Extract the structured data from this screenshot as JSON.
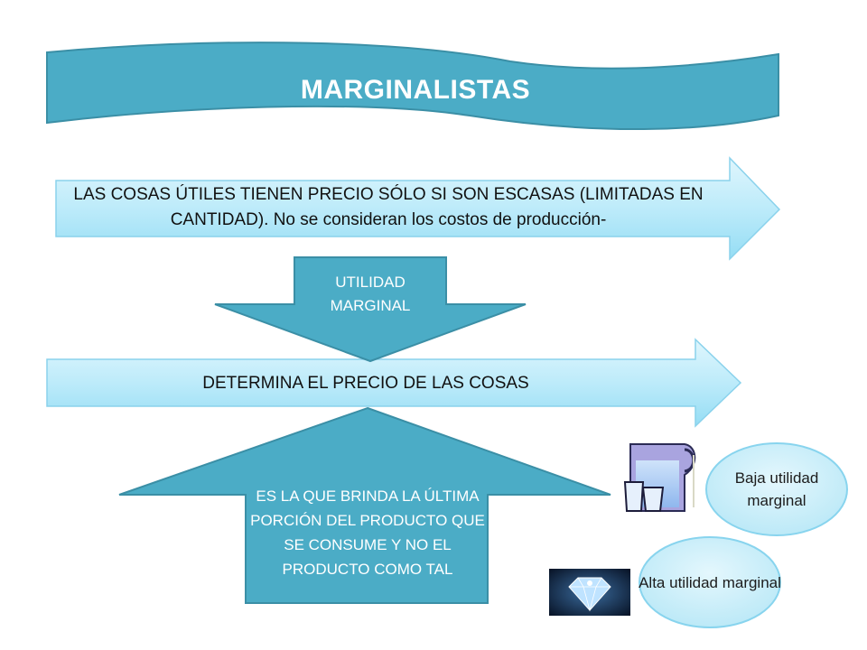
{
  "title": "MARGINALISTAS",
  "statement": "LAS COSAS ÚTILES TIENEN PRECIO SÓLO SI SON ESCASAS (LIMITADAS EN CANTIDAD). No se consideran los costos de producción-",
  "down_arrow_label": "UTILIDAD MARGINAL",
  "determines": "DETERMINA EL PRECIO DE LAS COSAS",
  "up_arrow_label": "ES LA QUE BRINDA LA ÚLTIMA PORCIÓN DEL PRODUCTO QUE SE CONSUME Y NO EL PRODUCTO COMO TAL",
  "badges": {
    "low": "Baja utilidad marginal",
    "high": "Alta utilidad marginal"
  },
  "icons": {
    "water": "water-pitcher-glasses-icon",
    "diamond": "diamond-icon"
  },
  "colors": {
    "teal": "#4BACC6",
    "teal_border": "#3B8FA6",
    "light_blue": "#C8EEFA",
    "badge_fill": "#D2F0FA",
    "pitcher": "#A9A4DF"
  }
}
